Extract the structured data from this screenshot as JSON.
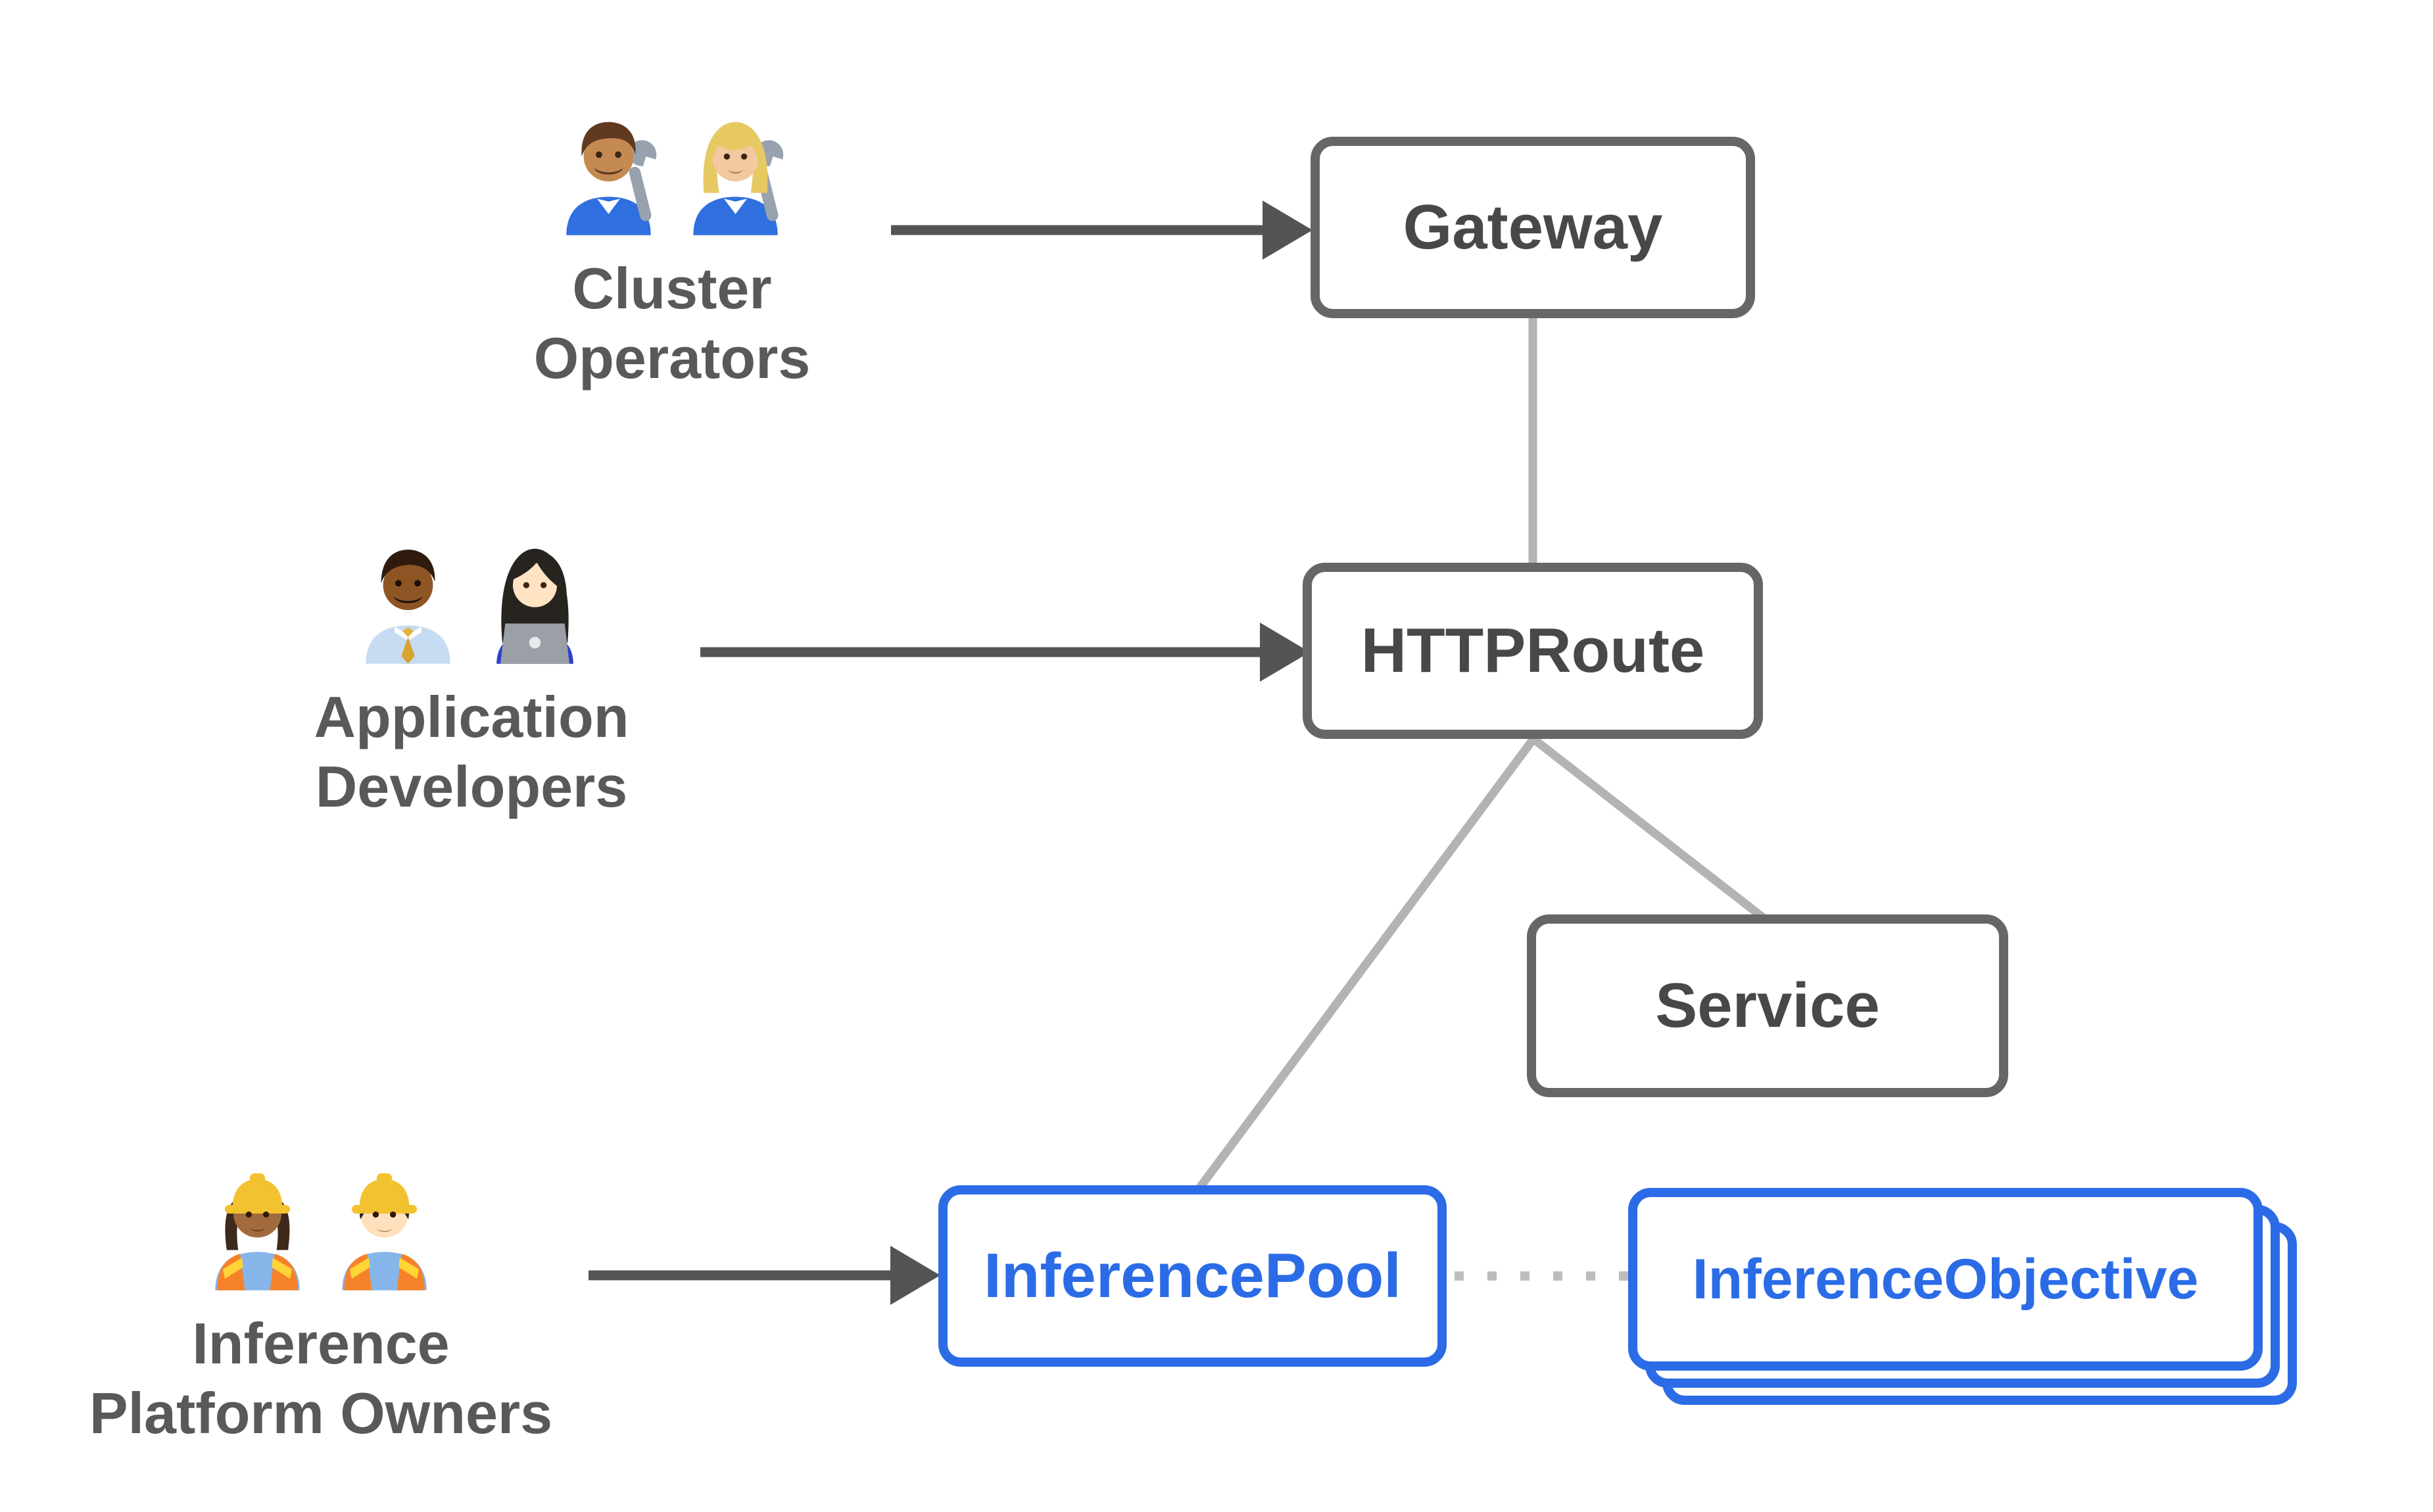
{
  "colors": {
    "background": "#ffffff",
    "node_border": "#666667",
    "node_text": "#48484a",
    "accent_blue": "#2b6ce6",
    "connector": "#b3b3b3",
    "dotted": "#bdbdbd",
    "arrow": "#545454",
    "persona_label": "#595959"
  },
  "nodes": {
    "gateway": {
      "label": "Gateway"
    },
    "httproute": {
      "label": "HTTPRoute"
    },
    "service": {
      "label": "Service"
    },
    "inferencepool": {
      "label": "InferencePool"
    },
    "inferenceobjective": {
      "label": "InferenceObjective"
    }
  },
  "personas": {
    "cluster_operators": {
      "line1": "Cluster",
      "line2": "Operators",
      "icons": [
        "man-mechanic",
        "woman-mechanic"
      ]
    },
    "application_developers": {
      "line1": "Application",
      "line2": "Developers",
      "icons": [
        "man-office-worker",
        "woman-technologist"
      ]
    },
    "inference_platform_owners": {
      "line1": "Inference",
      "line2": "Platform Owners",
      "icons": [
        "woman-construction-worker",
        "man-construction-worker"
      ]
    }
  },
  "connectors": {
    "gateway_httproute": "solid-light-gray",
    "httproute_inferencepool": "solid-light-gray",
    "httproute_service": "solid-light-gray",
    "inferencepool_inferenceobjective": "dotted-gray",
    "cluster_operators_to_gateway": "dark-arrow",
    "application_developers_to_httproute": "dark-arrow",
    "inference_platform_owners_to_inferencepool": "dark-arrow"
  }
}
